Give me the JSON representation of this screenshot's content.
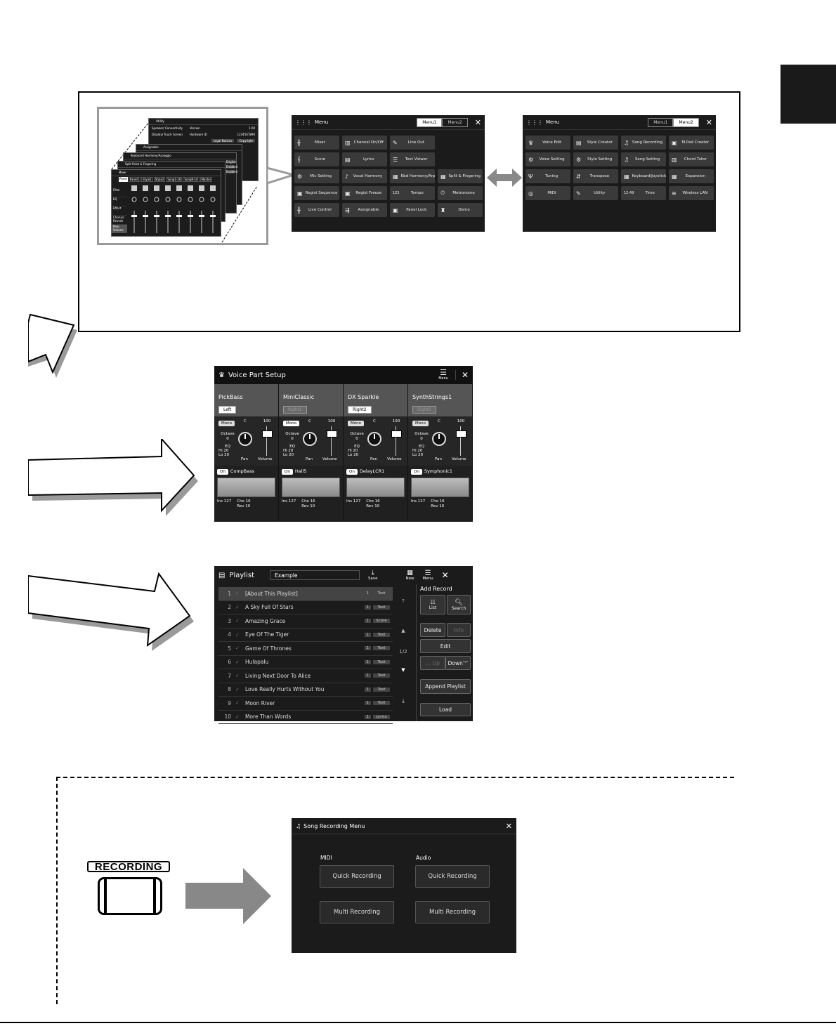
{
  "colors": {
    "screen_bg": "#1b1b1b",
    "button_bg": "#3a3a3a",
    "arrow_gray": "#888888",
    "side_tab": "#1a1a1a"
  },
  "menu1": {
    "title": "Menu",
    "tabs": [
      "Menu1",
      "Menu2"
    ],
    "active_tab": "Menu1",
    "items": [
      {
        "label": "Mixer",
        "icon": "mixer-icon"
      },
      {
        "label": "Channel On/Off",
        "icon": "channel-icon"
      },
      {
        "label": "Line Out",
        "icon": "line-out-icon"
      },
      {
        "label": "",
        "icon": ""
      },
      {
        "label": "Score",
        "icon": "score-icon"
      },
      {
        "label": "Lyrics",
        "icon": "lyrics-icon"
      },
      {
        "label": "Text Viewer",
        "icon": "text-viewer-icon"
      },
      {
        "label": "",
        "icon": ""
      },
      {
        "label": "Mic Setting",
        "icon": "mic-setting-icon"
      },
      {
        "label": "Vocal Harmony",
        "icon": "vocal-harmony-icon"
      },
      {
        "label": "Kbd Harmony/Arp",
        "icon": "kbd-harmony-icon"
      },
      {
        "label": "Split & Fingering",
        "icon": "split-icon"
      },
      {
        "label": "Regist Sequence",
        "icon": "regist-sequence-icon"
      },
      {
        "label": "Regist Freeze",
        "icon": "regist-freeze-icon"
      },
      {
        "label": "Tempo",
        "icon": "tempo-icon"
      },
      {
        "label": "Metronome",
        "icon": "metronome-icon"
      },
      {
        "label": "Live Control",
        "icon": "live-control-icon"
      },
      {
        "label": "Assignable",
        "icon": "assignable-icon"
      },
      {
        "label": "Panel Lock",
        "icon": "panel-lock-icon"
      },
      {
        "label": "Demo",
        "icon": "demo-icon"
      }
    ],
    "tempo_value": "125"
  },
  "menu2": {
    "title": "Menu",
    "tabs": [
      "Menu1",
      "Menu2"
    ],
    "active_tab": "Menu2",
    "items": [
      {
        "label": "Voice Edit",
        "icon": "voice-edit-icon"
      },
      {
        "label": "Style Creator",
        "icon": "style-creator-icon"
      },
      {
        "label": "Song Recording",
        "icon": "song-recording-icon"
      },
      {
        "label": "M.Pad Creator",
        "icon": "mpad-creator-icon"
      },
      {
        "label": "Voice Setting",
        "icon": "voice-setting-icon"
      },
      {
        "label": "Style Setting",
        "icon": "style-setting-icon"
      },
      {
        "label": "Song Setting",
        "icon": "song-setting-icon"
      },
      {
        "label": "Chord Tutor",
        "icon": "chord-tutor-icon"
      },
      {
        "label": "Tuning",
        "icon": "tuning-icon"
      },
      {
        "label": "Transpose",
        "icon": "transpose-icon"
      },
      {
        "label": "Keyboard/Joystick",
        "icon": "keyboard-joystick-icon"
      },
      {
        "label": "Expansion",
        "icon": "expansion-icon"
      },
      {
        "label": "MIDI",
        "icon": "midi-icon"
      },
      {
        "label": "Utility",
        "icon": "utility-icon"
      },
      {
        "label": "Time",
        "icon": "time-icon"
      },
      {
        "label": "Wireless LAN",
        "icon": "wireless-lan-icon"
      }
    ],
    "time_value": "12:49"
  },
  "stack": {
    "utility": {
      "title": "Utility",
      "rows": [
        [
          "Speaker/ Connectivity",
          "Version",
          "1.00"
        ],
        [
          "Display/ Touch Screen",
          "Hardware ID",
          "1234567890"
        ]
      ],
      "buttons": [
        "Legal Notices",
        "Copyright"
      ]
    },
    "assignable": {
      "title": "Assignable"
    },
    "kbd": {
      "title": "Keyboard Harmony/Arpeggio"
    },
    "split": {
      "title": "Split Point & Fingering"
    },
    "mixer": {
      "title": "Mixer",
      "tabs": [
        "Panel",
        "Panel1",
        "Style1",
        "Style2",
        "Song1-16",
        "Song9-16",
        "Master"
      ],
      "side": [
        "Filter",
        "EQ",
        "Effect",
        "Chorus/ Reverb",
        "Pan/ Volume"
      ],
      "side_top": [
        "English",
        "Enabled",
        "Enabled"
      ]
    }
  },
  "voice_part_setup": {
    "title": "Voice Part Setup",
    "menu_label": "Menu",
    "parts": [
      {
        "voice": "PickBass",
        "part": "Left",
        "part_on": true,
        "mono": "Mono",
        "octave_label": "Octave",
        "octave": "0",
        "eq": "EQ",
        "hi": "Hi",
        "hi_val": "20",
        "lo": "Lo",
        "lo_val": "20",
        "pan_val": "C",
        "pan_label": "Pan",
        "vol_val": "100",
        "vol_label": "Volume",
        "on": "On",
        "effect": "CompBass",
        "ins": "Ins",
        "ins_val": "127",
        "cho": "Cho",
        "cho_val": "16",
        "rev": "Rev",
        "rev_val": "10"
      },
      {
        "voice": "MiniClassic",
        "part": "Right1",
        "part_on": false,
        "mono": "Mono",
        "octave_label": "Octave",
        "octave": "0",
        "eq": "EQ",
        "hi": "Hi",
        "hi_val": "20",
        "lo": "Lo",
        "lo_val": "20",
        "pan_val": "C",
        "pan_label": "Pan",
        "vol_val": "100",
        "vol_label": "Volume",
        "on": "On",
        "effect": "Hall5",
        "ins": "Ins",
        "ins_val": "127",
        "cho": "Cho",
        "cho_val": "16",
        "rev": "Rev",
        "rev_val": "10"
      },
      {
        "voice": "DX Sparkle",
        "part": "Right2",
        "part_on": true,
        "mono": "Mono",
        "octave_label": "Octave",
        "octave": "0",
        "eq": "EQ",
        "hi": "Hi",
        "hi_val": "20",
        "lo": "Lo",
        "lo_val": "20",
        "pan_val": "C",
        "pan_label": "Pan",
        "vol_val": "100",
        "vol_label": "Volume",
        "on": "On",
        "effect": "DelayLCR1",
        "ins": "Ins",
        "ins_val": "127",
        "cho": "Cho",
        "cho_val": "16",
        "rev": "Rev",
        "rev_val": "10"
      },
      {
        "voice": "SynthStrings1",
        "part": "Right3",
        "part_on": false,
        "mono": "Mono",
        "octave_label": "Octave",
        "octave": "0",
        "eq": "EQ",
        "hi": "Hi",
        "hi_val": "20",
        "lo": "Lo",
        "lo_val": "20",
        "pan_val": "C",
        "pan_label": "Pan",
        "vol_val": "100",
        "vol_label": "Volume",
        "on": "On",
        "effect": "Symphonic1",
        "ins": "Ins",
        "ins_val": "127",
        "cho": "Cho",
        "cho_val": "16",
        "rev": "Rev",
        "rev_val": "10"
      }
    ]
  },
  "playlist": {
    "title": "Playlist",
    "name": "Example",
    "save": "Save",
    "new": "New",
    "menu": "Menu",
    "page": "1/2",
    "rows": [
      {
        "n": "1",
        "title": "[About This Playlist]",
        "count": "1",
        "type": "Text"
      },
      {
        "n": "2",
        "title": "A Sky Full Of Stars",
        "count": "1",
        "type": "Text"
      },
      {
        "n": "3",
        "title": "Amazing Grace",
        "count": "1",
        "type": "Score"
      },
      {
        "n": "4",
        "title": "Eye Of The Tiger",
        "count": "1",
        "type": "Text"
      },
      {
        "n": "5",
        "title": "Game Of Thrones",
        "count": "1",
        "type": "Text"
      },
      {
        "n": "6",
        "title": "Hulapalu",
        "count": "1",
        "type": "Text"
      },
      {
        "n": "7",
        "title": "Living Next Door To Alice",
        "count": "1",
        "type": "Text"
      },
      {
        "n": "8",
        "title": "Love Really Hurts Without You",
        "count": "1",
        "type": "Text"
      },
      {
        "n": "9",
        "title": "Moon River",
        "count": "1",
        "type": "Text"
      },
      {
        "n": "10",
        "title": "More Than Words",
        "count": "1",
        "type": "Lyrics"
      }
    ],
    "right": {
      "add_record": "Add Record",
      "list": "List",
      "search": "Search",
      "delete": "Delete",
      "info": "Info",
      "edit": "Edit",
      "up": "Up",
      "down": "Down",
      "append": "Append Playlist",
      "load": "Load"
    }
  },
  "recording_button": {
    "label": "RECORDING"
  },
  "song_recording_menu": {
    "title": "Song Recording Menu",
    "midi_label": "MIDI",
    "audio_label": "Audio",
    "midi_quick": "Quick Recording",
    "midi_multi": "Multi Recording",
    "audio_quick": "Quick Recording",
    "audio_multi": "Multi Recording"
  }
}
